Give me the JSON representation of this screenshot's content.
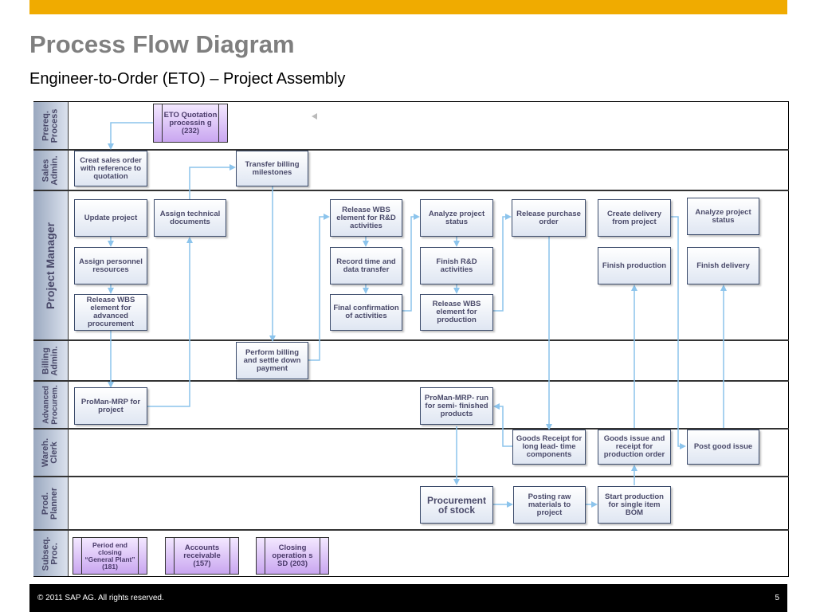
{
  "title": "Process Flow Diagram",
  "subtitle": "Engineer-to-Order (ETO) – Project Assembly",
  "lanes": {
    "prereq": "Prereq.\nProcess",
    "sales": "Sales\nAdmin.",
    "pm": "Project Manager",
    "billing": "Billing\nAdmin.",
    "advproc": "Advanced\nProcurem.",
    "wareh": "Wareh.\nClerk",
    "prod": "Prod.\nPlanner",
    "subseq": "Subseq.\nProc."
  },
  "boxes": {
    "eto_quotation": "ETO Quotation processin g (232)",
    "create_sales_order": "Creat sales order with reference to quotation",
    "transfer_billing": "Transfer billing milestones",
    "update_project": "Update project",
    "assign_technical": "Assign technical documents",
    "assign_personnel": "Assign personnel resources",
    "release_wbs_adv": "Release WBS element for advanced procurement",
    "release_wbs_rd": "Release WBS element for R&D activities",
    "record_time": "Record time and data transfer",
    "final_confirmation": "Final confirmation of activities",
    "analyze_status_1": "Analyze project status",
    "finish_rd": "Finish R&D activities",
    "release_wbs_prod": "Release WBS element for production",
    "release_po": "Release purchase order",
    "create_delivery": "Create delivery from project",
    "finish_production": "Finish production",
    "analyze_status_2": "Analyze project status",
    "finish_delivery": "Finish delivery",
    "perform_billing": "Perform billing and settle down payment",
    "proman_mrp": "ProMan-MRP for project",
    "proman_mrp_semi": "ProMan-MRP- run for semi- finished products",
    "goods_receipt": "Goods Receipt for long lead- time components",
    "goods_issue": "Goods issue and receipt for production order",
    "post_goods_issue": "Post good issue",
    "procurement_stock": "Procurement of stock",
    "posting_raw": "Posting raw materials to project",
    "start_production": "Start production for single item BOM",
    "period_end": "Period end closing “General Plant” (181)",
    "accounts_receivable": "Accounts receivable (157)",
    "closing_operations": "Closing operation s SD (203)"
  },
  "colors": {
    "accent": "#f0ab00",
    "arrow": "#8cc4ec",
    "purple": "#c9a6f0"
  },
  "footer": {
    "copyright": "©  2011 SAP AG. All rights reserved.",
    "page": "5"
  }
}
